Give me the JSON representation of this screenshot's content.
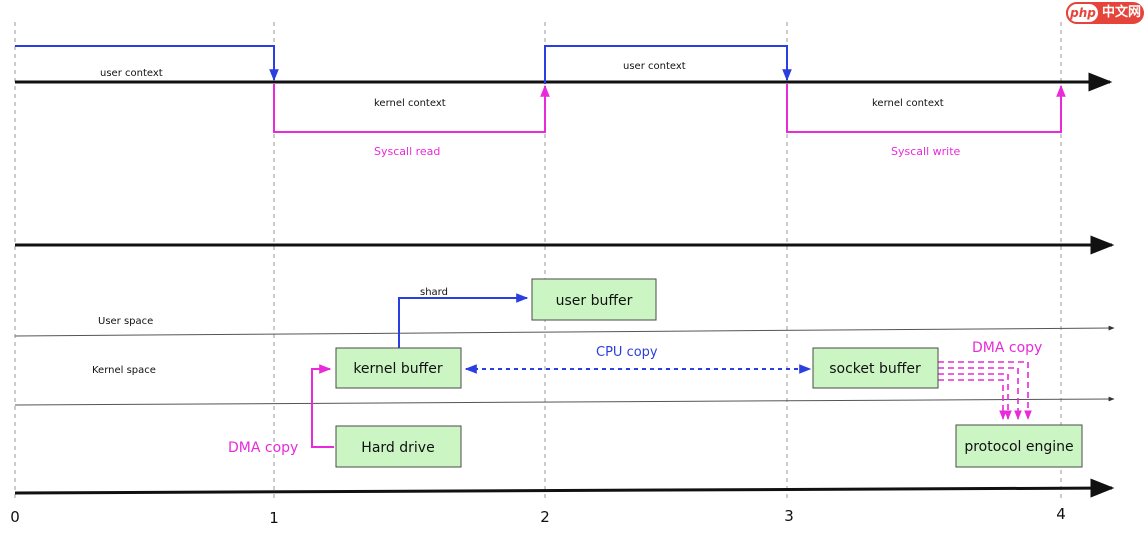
{
  "top_timeline": {
    "user_context_1": "user context",
    "user_context_2": "user context",
    "kernel_context_1": "kernel context",
    "kernel_context_2": "kernel context",
    "syscall_read": "Syscall read",
    "syscall_write": "Syscall write"
  },
  "spaces": {
    "user_space": "User space",
    "kernel_space": "Kernel space"
  },
  "boxes": {
    "user_buffer": "user buffer",
    "kernel_buffer": "kernel buffer",
    "hard_drive": "Hard drive",
    "socket_buffer": "socket buffer",
    "protocol_engine": "protocol engine"
  },
  "edges": {
    "shard": "shard",
    "cpu_copy": "CPU copy",
    "dma_copy_left": "DMA copy",
    "dma_copy_right": "DMA copy"
  },
  "ticks": [
    "0",
    "1",
    "2",
    "3",
    "4"
  ],
  "watermark": {
    "logo": "php",
    "site": "中文网"
  },
  "colors": {
    "user_context": "#2b3fe0",
    "kernel_context": "#e82ad9",
    "box_fill": "#ccf5c4",
    "box_stroke": "#4a4a4a"
  }
}
